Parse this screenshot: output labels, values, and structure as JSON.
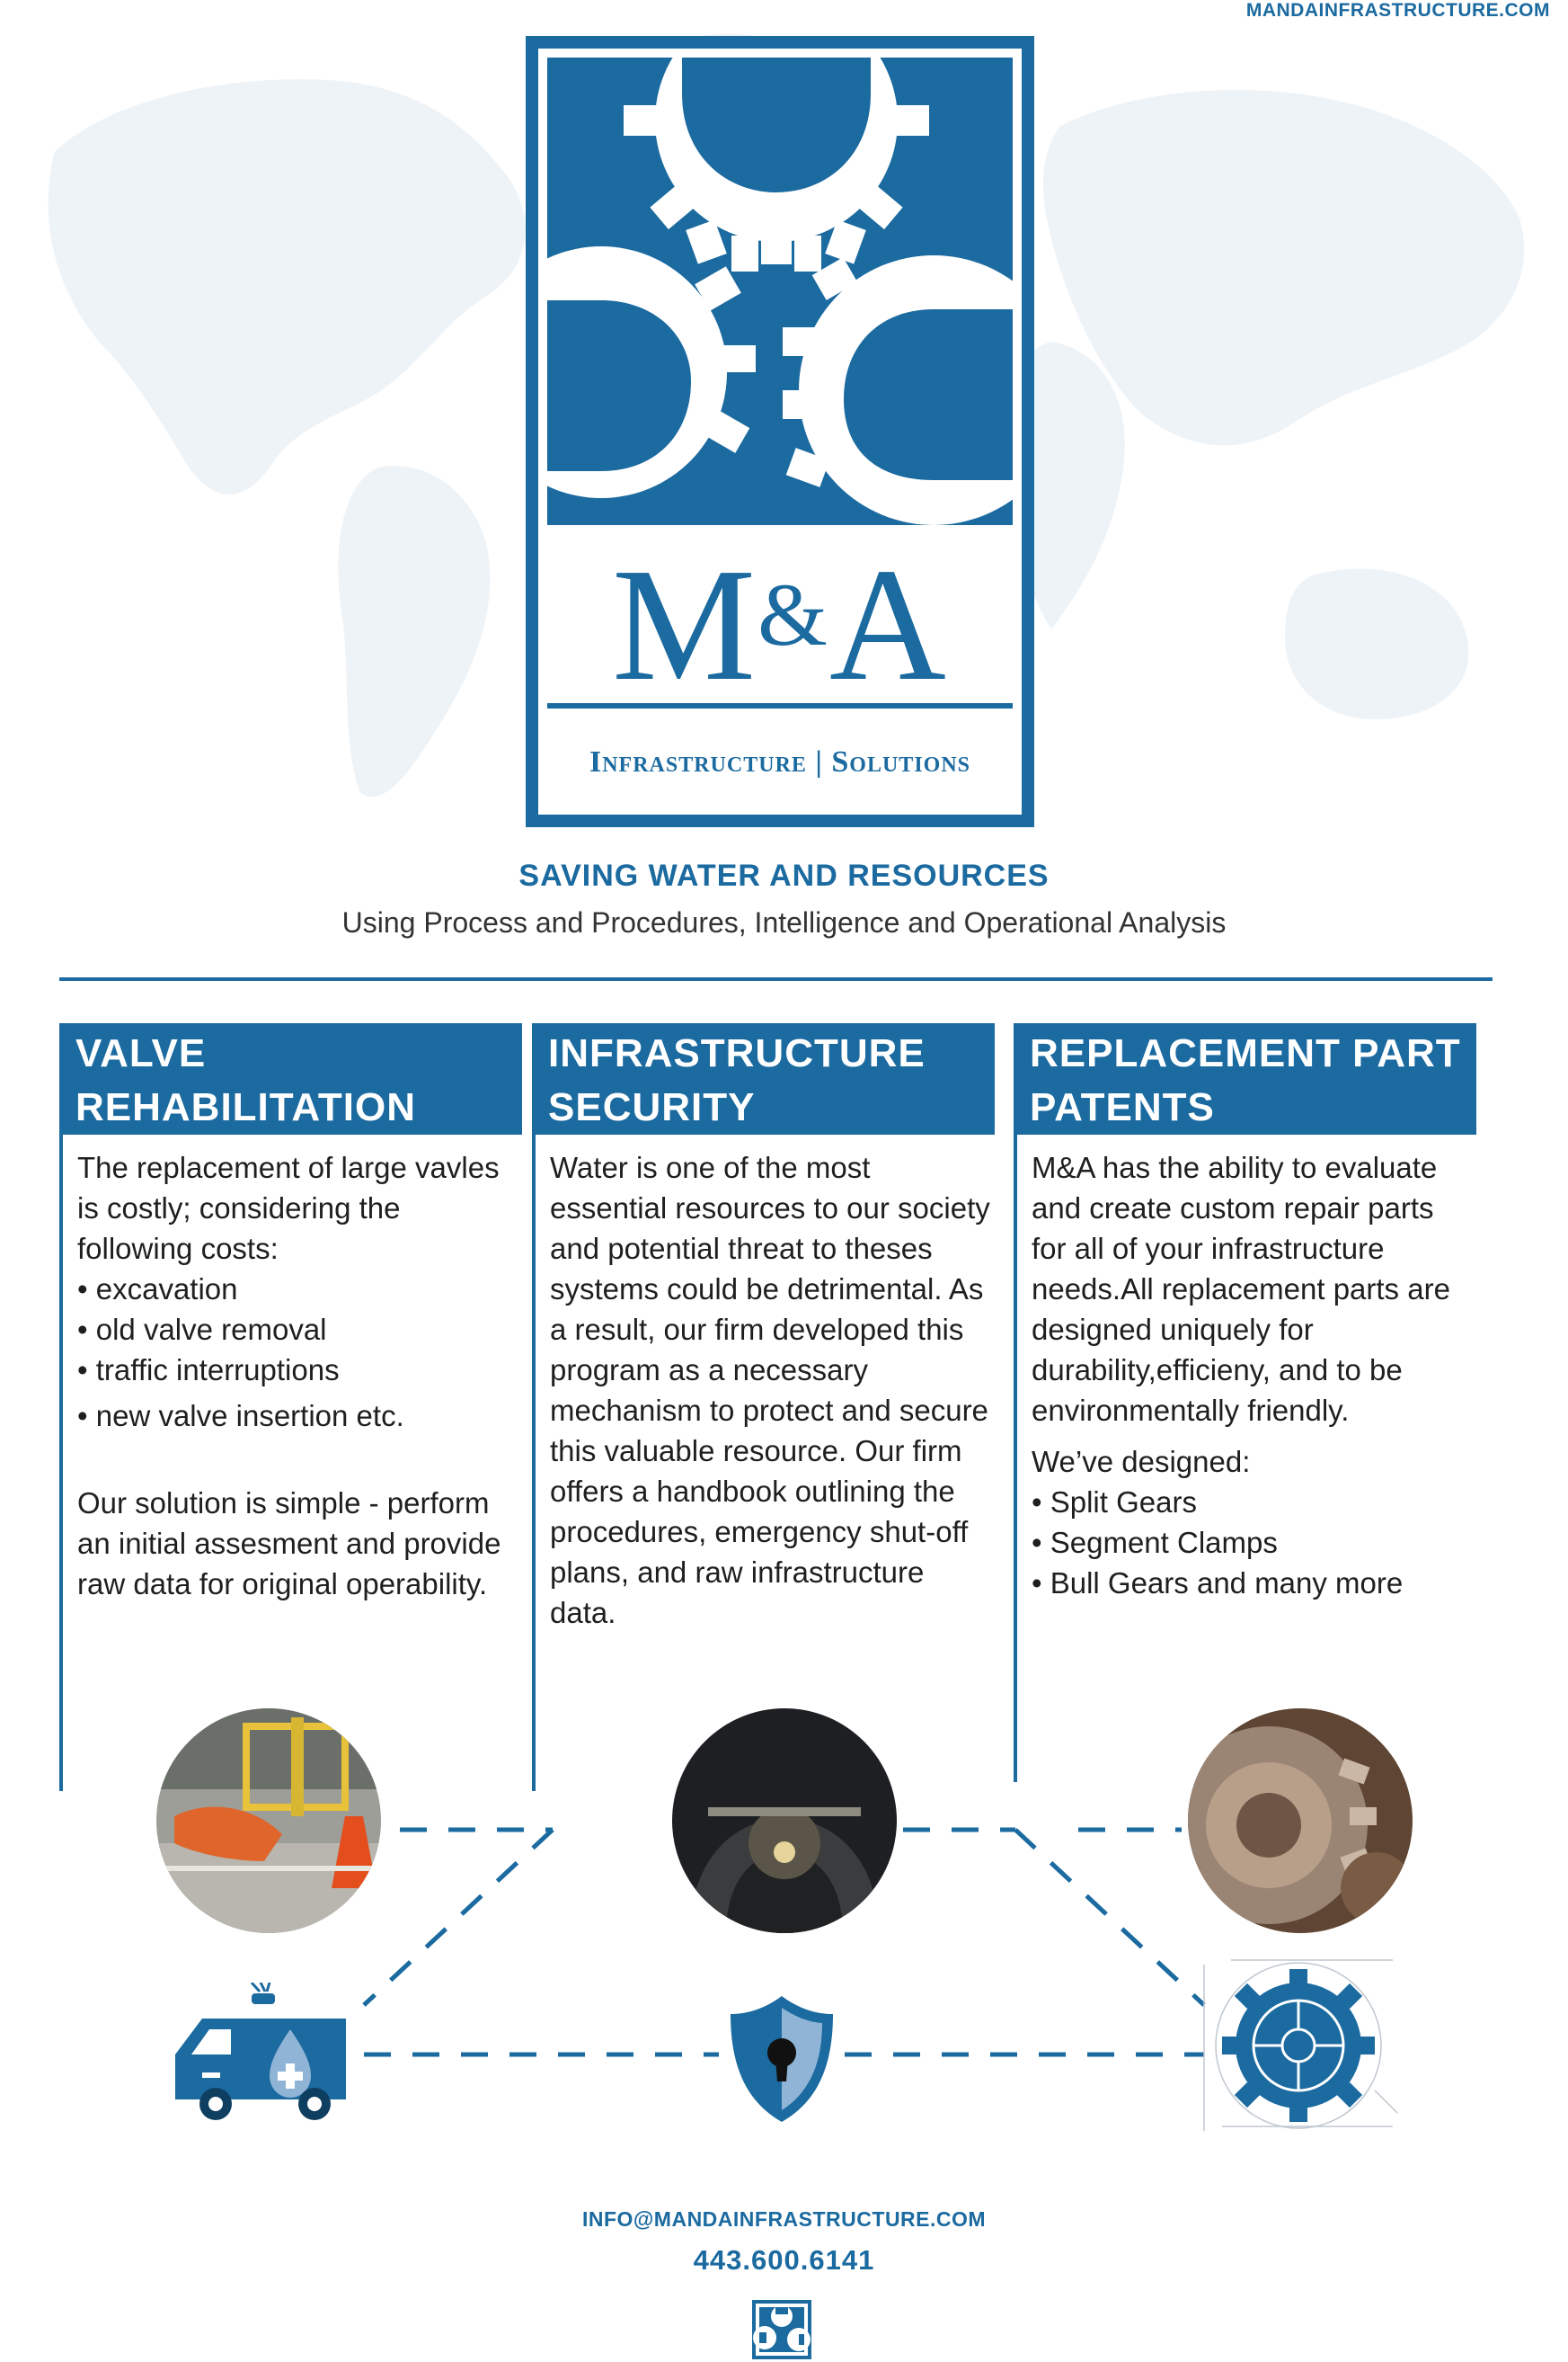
{
  "header": {
    "site_url": "MANDAINFRASTRUCTURE.COM"
  },
  "logo": {
    "letter_m": "M",
    "ampersand": "&",
    "letter_a": "A",
    "tagline": "Infrastructure | Solutions"
  },
  "hero": {
    "headline": "SAVING WATER AND RESOURCES",
    "subhead": "Using Process and Procedures, Intelligence and Operational Analysis"
  },
  "columns": [
    {
      "title_line1": "VALVE",
      "title_line2": "REHABILITATION",
      "intro": "The replacement of large vavles is costly; considering the following costs:",
      "bullets": [
        "excavation",
        "old valve removal",
        "traffic interruptions",
        "new valve insertion etc."
      ],
      "closing": "Our solution is simple - perform an initial assesment and provide raw data for original operability."
    },
    {
      "title_line1": "INFRASTRUCTURE",
      "title_line2": "SECURITY",
      "body": "Water is one of the most essential resources to our society and potential threat to theses systems could be detrimental. As a result, our firm developed this program as a necessary mechanism to protect and secure this valuable resource. Our firm offers a handbook outlining the procedures, emergency shut-off plans, and raw infrastructure data."
    },
    {
      "title_line1": "REPLACEMENT PART",
      "title_line2": "PATENTS",
      "intro": "M&A has the ability to evaluate and create custom repair parts for all of your infrastructure needs.All replacement parts are designed uniquely for durability,efficieny, and to be environmentally friendly.",
      "designed_label": "We’ve designed:",
      "bullets": [
        "Split Gears",
        "Segment Clamps",
        "Bull Gears and many more"
      ]
    }
  ],
  "icons": {
    "photo_1": "construction-crew-photo",
    "photo_2": "tunnel-photo",
    "photo_3": "gear-closeup-photo",
    "icon_1": "water-utility-truck-icon",
    "icon_2": "shield-keyhole-icon",
    "icon_3": "gear-blueprint-icon"
  },
  "footer": {
    "email": "INFO@MANDAINFRASTRUCTURE.COM",
    "phone": "443.600.6141"
  },
  "colors": {
    "brand_blue": "#1b6aa0",
    "light_blue": "#8fb4d6",
    "map_tint": "#eef3f8"
  }
}
